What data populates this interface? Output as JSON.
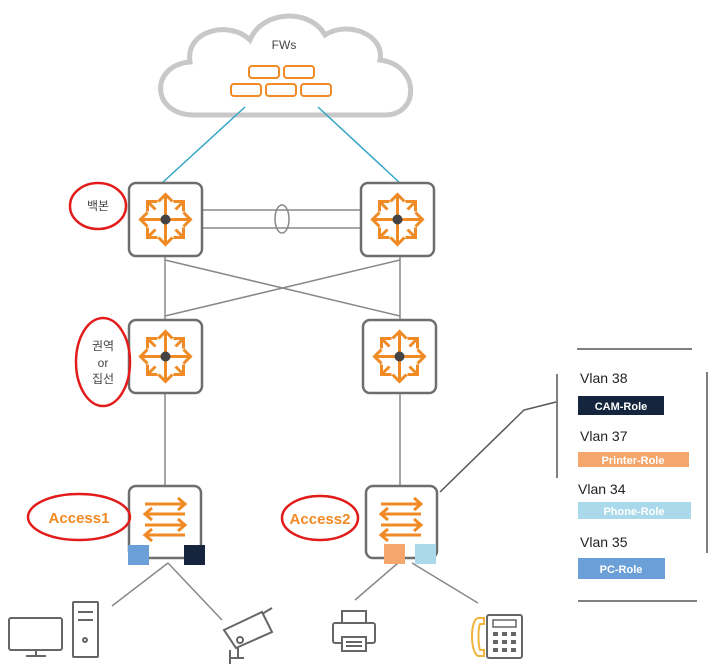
{
  "cloud": {
    "label": "FWs"
  },
  "labels": {
    "backbone": "백본",
    "aggregation": [
      "권역",
      "or",
      "집선"
    ],
    "access1": "Access1",
    "access2": "Access2"
  },
  "vlans": [
    {
      "label": "Vlan 38",
      "role": "CAM-Role",
      "color": "#14253d",
      "text_color": "#ffffff"
    },
    {
      "label": "Vlan 37",
      "role": "Printer-Role",
      "color": "#f5a66b",
      "text_color": "#ffffff"
    },
    {
      "label": "Vlan 34",
      "role": "Phone-Role",
      "color": "#a9d9ea",
      "text_color": "#ffffff"
    },
    {
      "label": "Vlan 35",
      "role": "PC-Role",
      "color": "#6a9fd8",
      "text_color": "#ffffff"
    }
  ],
  "colors": {
    "orange": "#f08a24",
    "link_blue": "#35a6c8",
    "outline_red": "#e21b1b",
    "box_gray": "#6e6e6e",
    "port_blue": "#6a9fd8",
    "port_navy": "#14253d",
    "port_orange": "#f5a66b",
    "port_lightblue": "#a9d9ea"
  },
  "icons": [
    "cloud-icon",
    "firewall-icon",
    "router-icon",
    "switch-icon",
    "pc-icon",
    "camera-icon",
    "printer-icon",
    "phone-icon"
  ]
}
